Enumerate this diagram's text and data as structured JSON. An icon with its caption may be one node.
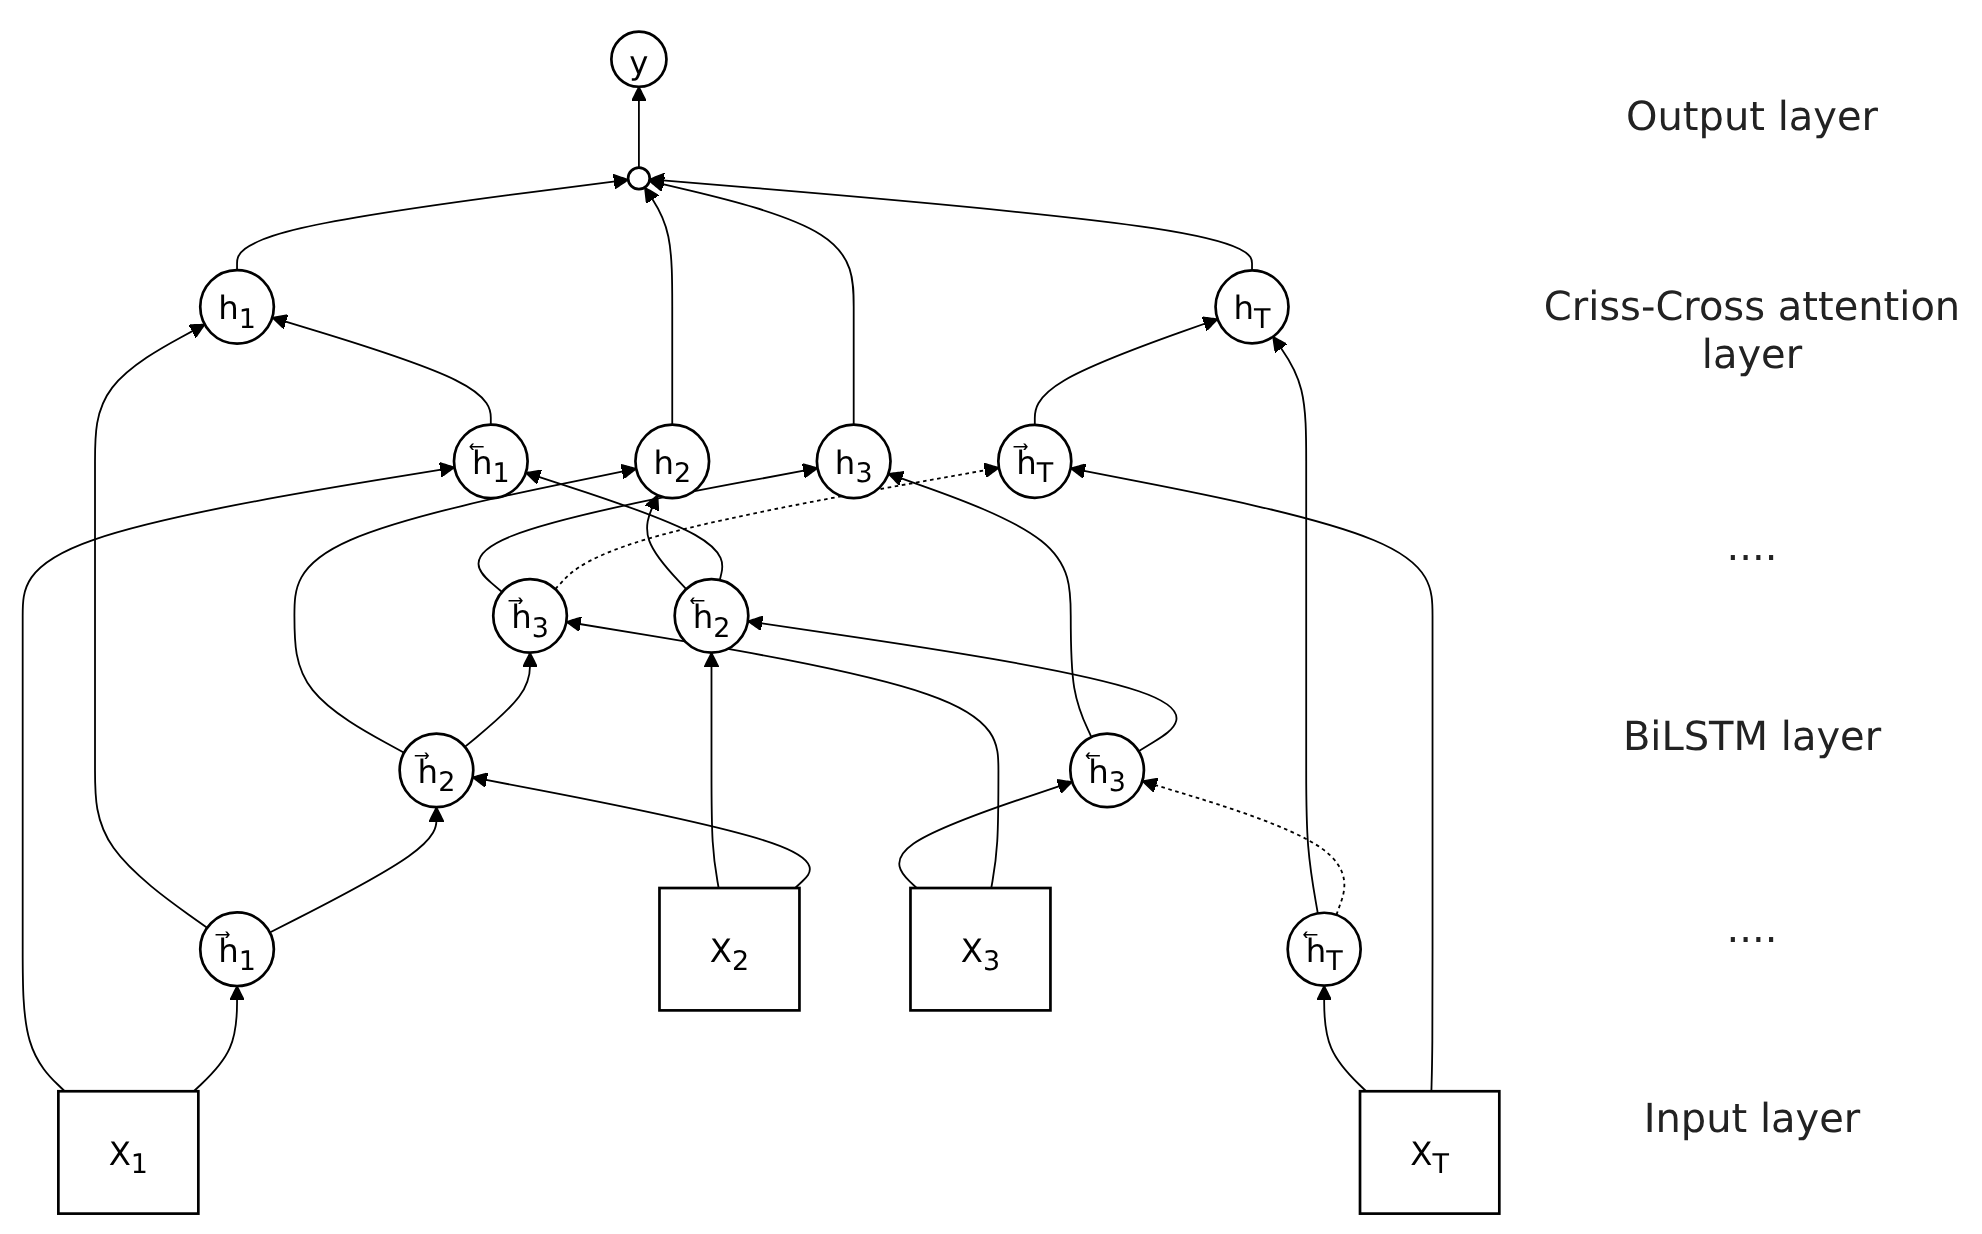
{
  "diagram": {
    "nodes": [
      {
        "text": [
          "y"
        ]
      },
      {
        "text": [],
        "shape": "circle"
      },
      {
        "text": [
          "h$_{1}$"
        ]
      },
      {
        "text": [
          "h$_{2}$"
        ]
      },
      {
        "text": [
          "h$_{3}$"
        ]
      },
      {
        "text": [
          "h$_{T}$"
        ]
      },
      {
        "text": [
          "h⃖$_{1}$"
        ]
      },
      {
        "text": [
          "h⃖$_{2}$"
        ]
      },
      {
        "text": [
          "h⃖$_{3}$"
        ]
      },
      {
        "text": [
          "h⃖$_{T}$"
        ]
      },
      {
        "text": [
          "h⃗$_{1}$"
        ]
      },
      {
        "text": [
          "h⃗$_{2}$"
        ]
      },
      {
        "text": [
          "h⃗$_{3}$"
        ]
      },
      {
        "text": [
          "h⃗$_{T}$"
        ]
      },
      {
        "text": [
          "X$_{1}$"
        ]
      },
      {
        "text": [
          "X$_{2}$"
        ]
      },
      {
        "text": [
          "X$_{3}$"
        ]
      },
      {
        "text": [
          "X$_{T}$"
        ]
      }
    ],
    "edges": [
      {
        "from": 1,
        "to": 0,
        "arrow": "to"
      },
      {
        "from": 2,
        "to": 1,
        "arrow": "to"
      },
      {
        "from": 3,
        "to": 1,
        "arrow": "to"
      },
      {
        "from": 4,
        "to": 1,
        "arrow": "to"
      },
      {
        "from": 5,
        "to": 1,
        "arrow": "to"
      },
      {
        "from": 6,
        "to": 2,
        "arrow": "to"
      },
      {
        "from": 10,
        "to": 2,
        "arrow": "to"
      },
      {
        "from": 7,
        "to": 3,
        "arrow": "to"
      },
      {
        "from": 11,
        "to": 3,
        "arrow": "to"
      },
      {
        "from": 8,
        "to": 4,
        "arrow": "to"
      },
      {
        "from": 12,
        "to": 4,
        "arrow": "to"
      },
      {
        "from": 9,
        "to": 5,
        "arrow": "to"
      },
      {
        "from": 13,
        "to": 5,
        "arrow": "to"
      },
      {
        "from": 7,
        "to": 6,
        "arrow": "to"
      },
      {
        "from": 8,
        "to": 7,
        "arrow": "to"
      },
      {
        "from": 9,
        "to": 8,
        "arrow": "to",
        "style": "dashed"
      },
      {
        "from": 10,
        "to": 11,
        "arrow": "to"
      },
      {
        "from": 11,
        "to": 12,
        "arrow": "to"
      },
      {
        "from": 12,
        "to": 13,
        "arrow": "to",
        "style": "dashed"
      },
      {
        "from": 14,
        "to": 6,
        "arrow": "to"
      },
      {
        "from": 14,
        "to": 10,
        "arrow": "to"
      },
      {
        "from": 15,
        "to": 7,
        "arrow": "to"
      },
      {
        "from": 15,
        "to": 11,
        "arrow": "to"
      },
      {
        "from": 16,
        "to": 8,
        "arrow": "to"
      },
      {
        "from": 16,
        "to": 12,
        "arrow": "to"
      },
      {
        "from": 17,
        "to": 9,
        "arrow": "to"
      },
      {
        "from": 17,
        "to": 13,
        "arrow": "to"
      }
    ],
    "labels": [
      "Output layer",
      "Criss-Cross attention layer",
      "....",
      "BiLSTM layer",
      "....",
      "Input layer"
    ]
  }
}
